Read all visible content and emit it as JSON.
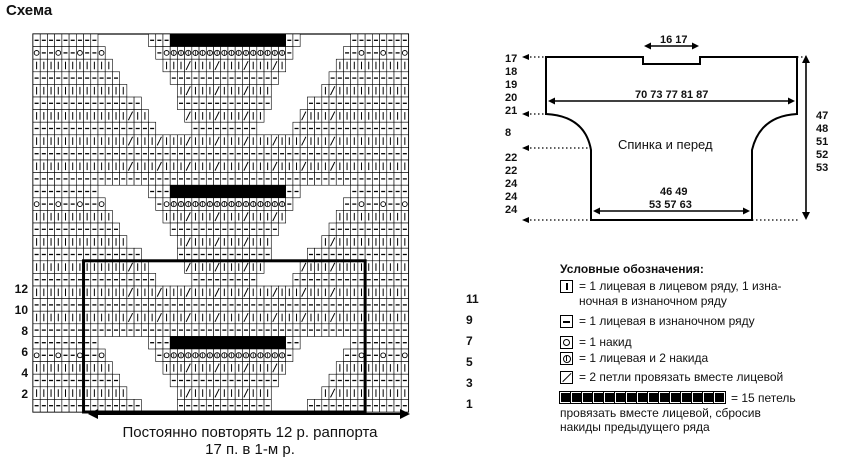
{
  "title": "Схема",
  "row_numbers_right": [
    "11",
    "9",
    "7",
    "5",
    "3",
    "1"
  ],
  "row_numbers_left": [
    "12",
    "10",
    "8",
    "6",
    "4",
    "2"
  ],
  "repeat_note": {
    "line1": "Постоянно повторять 12 р. раппорта",
    "line2": "17 п. в 1-м р."
  },
  "schematic": {
    "piece_name": "Спинка и перед",
    "neck_width": "16 17",
    "chest_width": "70 73 77 81 87",
    "hem_width_1": "46 49",
    "hem_width_2": "53 57 63",
    "left_heights": [
      "17",
      "18",
      "19",
      "20",
      "21",
      "8",
      "22",
      "22",
      "24",
      "24",
      "24"
    ],
    "right_heights": [
      "47",
      "48",
      "51",
      "52",
      "53"
    ]
  },
  "legend": {
    "title": "Условные обозначения:",
    "items": [
      {
        "symbol": "knit",
        "text": "= 1 лицевая в лицевом ряду, 1 изна-\nночная в изнаночном ряду"
      },
      {
        "symbol": "purl",
        "text": "= 1 лицевая в изнаночном ряду"
      },
      {
        "symbol": "yarn-over",
        "text": "= 1 накид"
      },
      {
        "symbol": "double-yo",
        "text": "= 1 лицевая и 2 накида"
      },
      {
        "symbol": "k2tog",
        "text": "= 2 петли провязать вместе лицевой"
      },
      {
        "symbol": "cluster",
        "text": "= 15 петель",
        "text2": "провязать вместе лицевой, сбросив\nнакиды предыдущего ряда"
      }
    ]
  }
}
